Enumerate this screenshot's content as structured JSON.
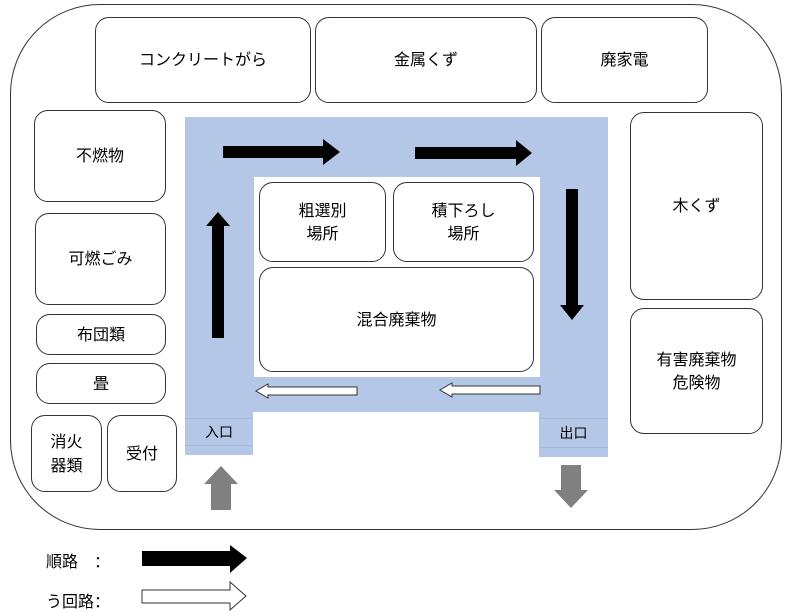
{
  "top_areas": [
    "コンクリートがら",
    "金属くず",
    "廃家電"
  ],
  "left_areas": [
    "不燃物",
    "可燃ごみ",
    "布団類",
    "畳",
    "消火\n器類",
    "受付"
  ],
  "right_areas": [
    "木くず",
    "有害廃棄物\n危険物"
  ],
  "center_areas": [
    "粗選別\n場所",
    "積下ろし\n場所",
    "混合廃棄物"
  ],
  "gates": {
    "entrance": "入口",
    "exit": "出口"
  },
  "legend": {
    "forward_route": "順路　：",
    "detour_route": "う回路："
  },
  "colors": {
    "route_fill": "#b4c7e7",
    "forward_arrow": "#000000",
    "gate_arrow": "#808080",
    "detour_arrow": "#ffffff"
  }
}
